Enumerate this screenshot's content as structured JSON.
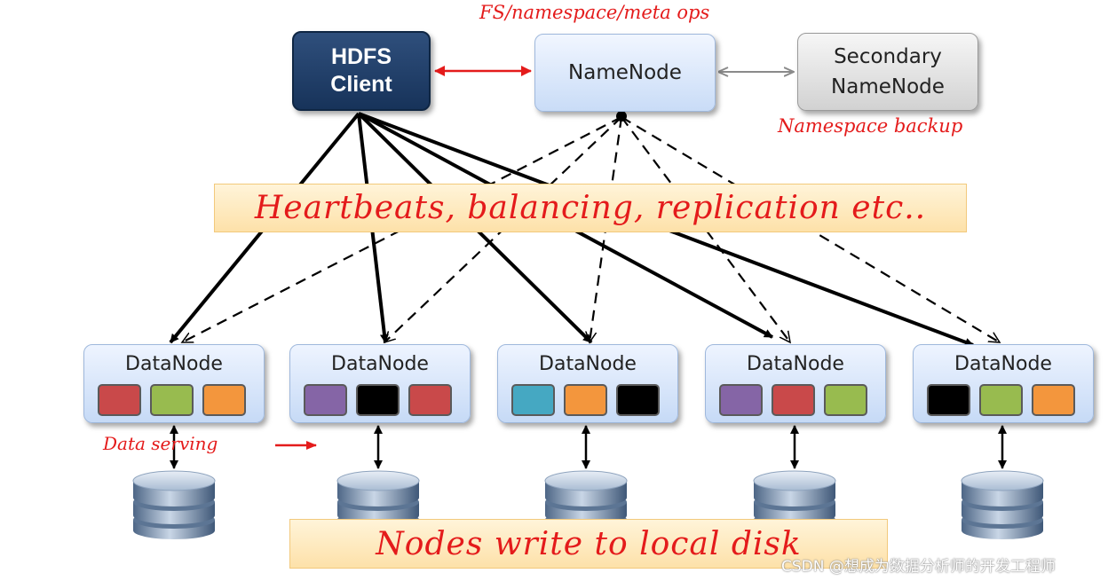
{
  "hdfs_client": {
    "label": "HDFS\nClient"
  },
  "namenode": {
    "label": "NameNode"
  },
  "secondary_namenode": {
    "label": "Secondary\nNameNode"
  },
  "annotations": {
    "meta_ops": "FS/namespace/meta ops",
    "namespace_backup": "Namespace backup",
    "data_serving": "Data serving"
  },
  "banners": {
    "heartbeats": "Heartbeats, balancing, replication etc..",
    "local_disk": "Nodes write to local disk"
  },
  "colors": {
    "red": "#c9494a",
    "green": "#98bb4f",
    "orange": "#f3963d",
    "purple": "#8565a6",
    "black": "#000000",
    "teal": "#45a8c2",
    "annotation": "#e41b1b"
  },
  "datanodes": [
    {
      "label": "DataNode",
      "blocks": [
        "red",
        "green",
        "orange"
      ]
    },
    {
      "label": "DataNode",
      "blocks": [
        "purple",
        "black",
        "red"
      ]
    },
    {
      "label": "DataNode",
      "blocks": [
        "teal",
        "orange",
        "black"
      ]
    },
    {
      "label": "DataNode",
      "blocks": [
        "purple",
        "red",
        "green"
      ]
    },
    {
      "label": "DataNode",
      "blocks": [
        "black",
        "green",
        "orange"
      ]
    }
  ],
  "watermark": "CSDN @想成为数据分析师的开发工程师"
}
